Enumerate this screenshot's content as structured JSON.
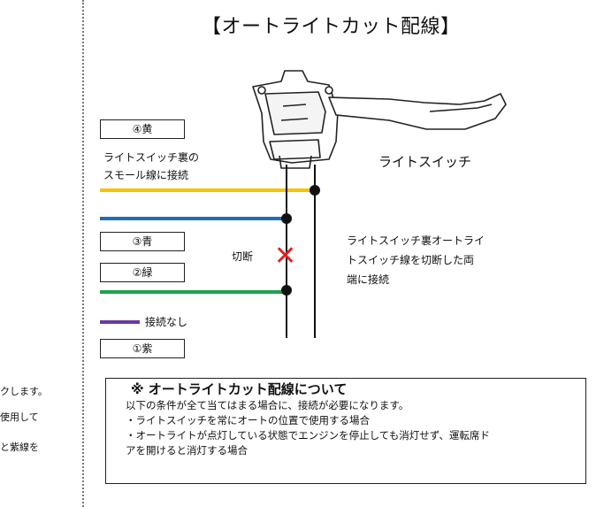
{
  "title": "【オートライトカット配線】",
  "switch_label": "ライトスイッチ",
  "labels": {
    "yellow": "④黄",
    "blue": "③青",
    "green": "②緑",
    "purple": "①紫"
  },
  "annotations": {
    "yellow_line1": "ライトスイッチ裏の",
    "yellow_line2": "スモール線に接続",
    "cut": "切断",
    "cut_mark": "✕",
    "auto_line1": "ライトスイッチ裏オートライ",
    "auto_line2": "トスイッチ線を切断した両",
    "auto_line3": "端に接続",
    "no_connection": "接続なし"
  },
  "left_cutoff": [
    "クします。",
    "使用して",
    "と紫線を"
  ],
  "note": {
    "title": "※  オートライトカット配線について",
    "lines": [
      "以下の条件が全て当てはまる場合に、接続が必要になります。",
      "・ライトスイッチを常にオートの位置で使用する場合",
      "・オートライトが点灯している状態でエンジンを停止しても消灯せず、運転席ド",
      "  アを開けると消灯する場合"
    ]
  },
  "colors": {
    "yellow_wire": "#F5C400",
    "blue_wire": "#1E6FB5",
    "green_wire": "#1BA34E",
    "purple_wire": "#6A3AA0",
    "cut_mark": "#E02020"
  }
}
